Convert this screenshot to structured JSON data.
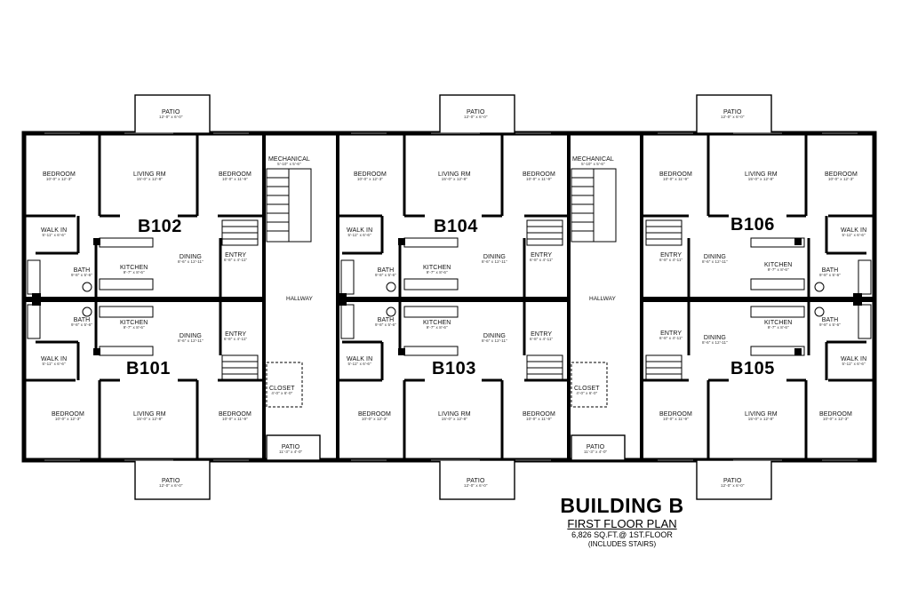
{
  "title": "BUILDING B",
  "subtitle": "FIRST FLOOR PLAN",
  "area_note": "6,826 SQ.FT.@ 1ST.FLOOR",
  "stairs_note": "(INCLUDES STAIRS)",
  "units": [
    "B101",
    "B102",
    "B103",
    "B104",
    "B105",
    "B106"
  ],
  "hallway_label": "HALLWAY",
  "rooms": {
    "bedroom": "BEDROOM",
    "living": "LIVING RM",
    "kitchen": "KITCHEN",
    "dining": "DINING",
    "bath": "BATH",
    "entry": "ENTRY",
    "walkin": "WALK IN",
    "patio": "PATIO",
    "mechanical": "MECHANICAL",
    "closet": "CLOSET"
  },
  "dims": {
    "bed_a": "10'-0\" x 12'-3\"",
    "bed_b": "10'-0\" x 11'-9\"",
    "living": "15'-0\" x 12'-8\"",
    "kitchen": "9'-7\" x 8'-6\"",
    "dining": "8'-6\" x 12'-11\"",
    "bath": "9'-8\" x 5'-6\"",
    "entry": "6'-8\" x 4'-11\"",
    "walkin": "5'-11\" x 6'-6\"",
    "patio": "12'-0\" x 6'-0\"",
    "patio_small": "11'-3\" x 4'-0\"",
    "mechanical": "5'-10\" x 5'-6\"",
    "closet": "4'-0\" x 6'-0\""
  }
}
